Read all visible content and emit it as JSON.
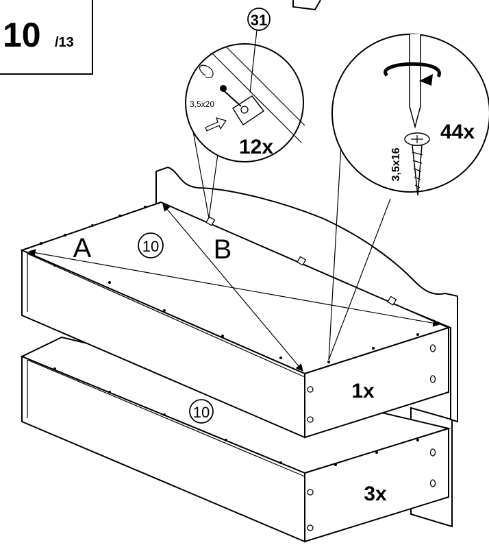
{
  "step": {
    "number": "10",
    "total": "/13"
  },
  "detail_screw": {
    "part_label": "31",
    "screw_size": "3,5x20",
    "quantity": "12x"
  },
  "detail_wood_screw": {
    "screw_size": "3,5x16",
    "quantity": "44x"
  },
  "labels": {
    "side_a": "A",
    "side_b": "B",
    "part_top": "10",
    "part_lower": "10",
    "qty_top_drawer": "1x",
    "qty_lower_drawer": "3x"
  }
}
